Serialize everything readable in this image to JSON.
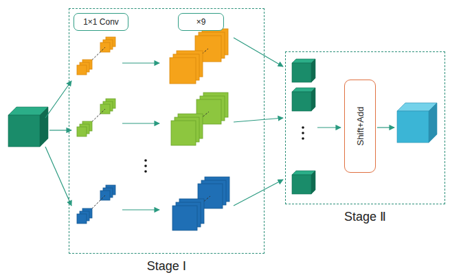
{
  "diagram": {
    "nodes": [
      {
        "text": [
          "Stage Ⅰ"
        ]
      },
      {
        "text": [
          "1×1 Conv"
        ],
        "in": 0
      },
      {
        "text": [
          "×9"
        ],
        "in": 0
      },
      {
        "text": [
          "Stage Ⅱ"
        ]
      },
      {
        "text": [
          "Shift+Add"
        ],
        "in": 3
      }
    ],
    "edges": [
      {
        "from": 0,
        "to": 3,
        "arrow": "to"
      },
      {
        "from": 0,
        "to": 3,
        "arrow": "to"
      },
      {
        "from": 0,
        "to": 3,
        "arrow": "to"
      }
    ]
  }
}
